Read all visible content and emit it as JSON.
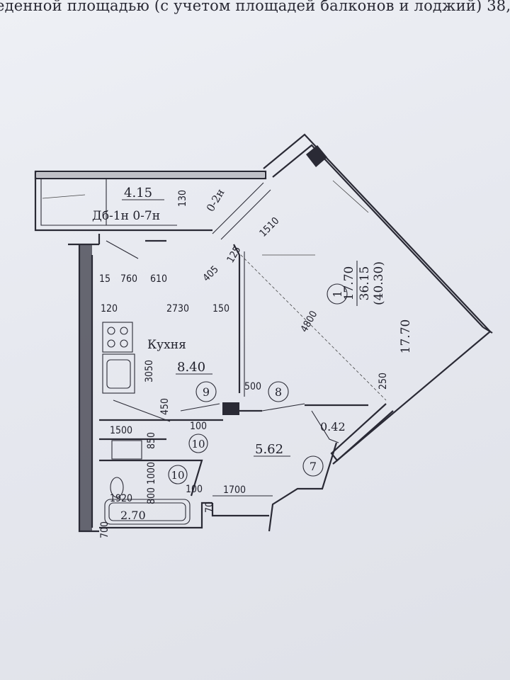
{
  "header": {
    "text": "еденной площадью (с учетом площадей балконов и лоджий) 38,"
  },
  "plan": {
    "balcony_area": "4.15",
    "balcony_code": "Дб-1н 0-7н",
    "balcony_code_2": "0-2н",
    "kitchen_label": "Кухня",
    "kitchen_area": "8.40",
    "room_area_1": "17.70",
    "room_total_area": "36.15",
    "room_total_area_with_balcony": "(40.30)",
    "room_area_side": "17.70",
    "hall_area": "5.62",
    "closet_area": "0.42",
    "bath_area": "2.70",
    "markers": {
      "room": "1",
      "closet": "7",
      "hall": "8",
      "kitchen_door": "9",
      "wc": "10",
      "bath": "10"
    },
    "dimensions": {
      "d130": "130",
      "d1510": "1510",
      "d125": "125",
      "d405": "405",
      "d15": "15",
      "d760": "760",
      "d610": "610",
      "d120": "120",
      "d2730": "2730",
      "d150": "150",
      "d4800": "4800",
      "d3050": "3050",
      "d500": "500",
      "d250": "250",
      "d450": "450",
      "d100a": "100",
      "d1500": "1500",
      "d850": "850",
      "d1000": "1000",
      "d1920": "1920",
      "d800": "800",
      "d100b": "100",
      "d1700": "1700",
      "d700": "700",
      "d70": "70"
    }
  }
}
